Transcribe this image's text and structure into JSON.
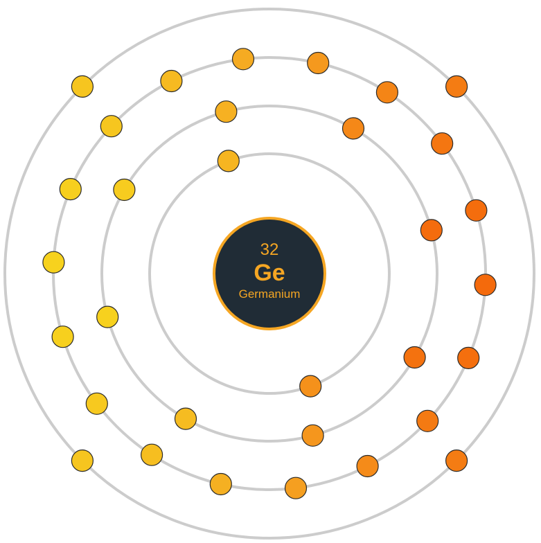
{
  "element": {
    "atomic_number": "32",
    "symbol": "Ge",
    "name": "Germanium"
  },
  "shells": [
    {
      "electrons": 2,
      "start_angle_deg": 110
    },
    {
      "electrons": 8,
      "start_angle_deg": 60
    },
    {
      "electrons": 18,
      "start_angle_deg": 17
    },
    {
      "electrons": 4,
      "start_angle_deg": 45
    }
  ],
  "colors": {
    "shell_ring": "#cccccc",
    "nucleus_fill": "#202c36",
    "nucleus_ring": "#f5a623",
    "nucleus_text": "#f5a623",
    "electron_outline": "#2b2b2b",
    "electron_gradient": [
      "#f7d21e",
      "#f5a623",
      "#f46a0c"
    ]
  }
}
